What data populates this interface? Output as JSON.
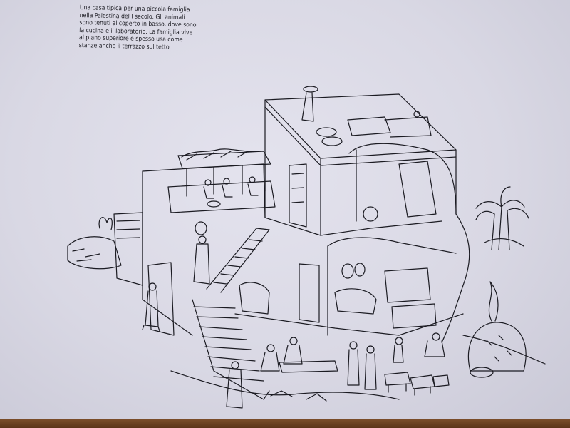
{
  "caption": {
    "lines": [
      "Una casa tipica per una piccola famiglia",
      "nella Palestina del I secolo. Gli animali",
      "sono tenuti al coperto in basso, dove sono",
      "la cucina e il laboratorio. La famiglia vive",
      "al piano superiore e spesso usa come",
      "stanze anche il terrazzo sul tetto."
    ]
  },
  "colors": {
    "paper": "#dcdbe6",
    "ink": "#1b1b22",
    "table": "#6b4124"
  }
}
